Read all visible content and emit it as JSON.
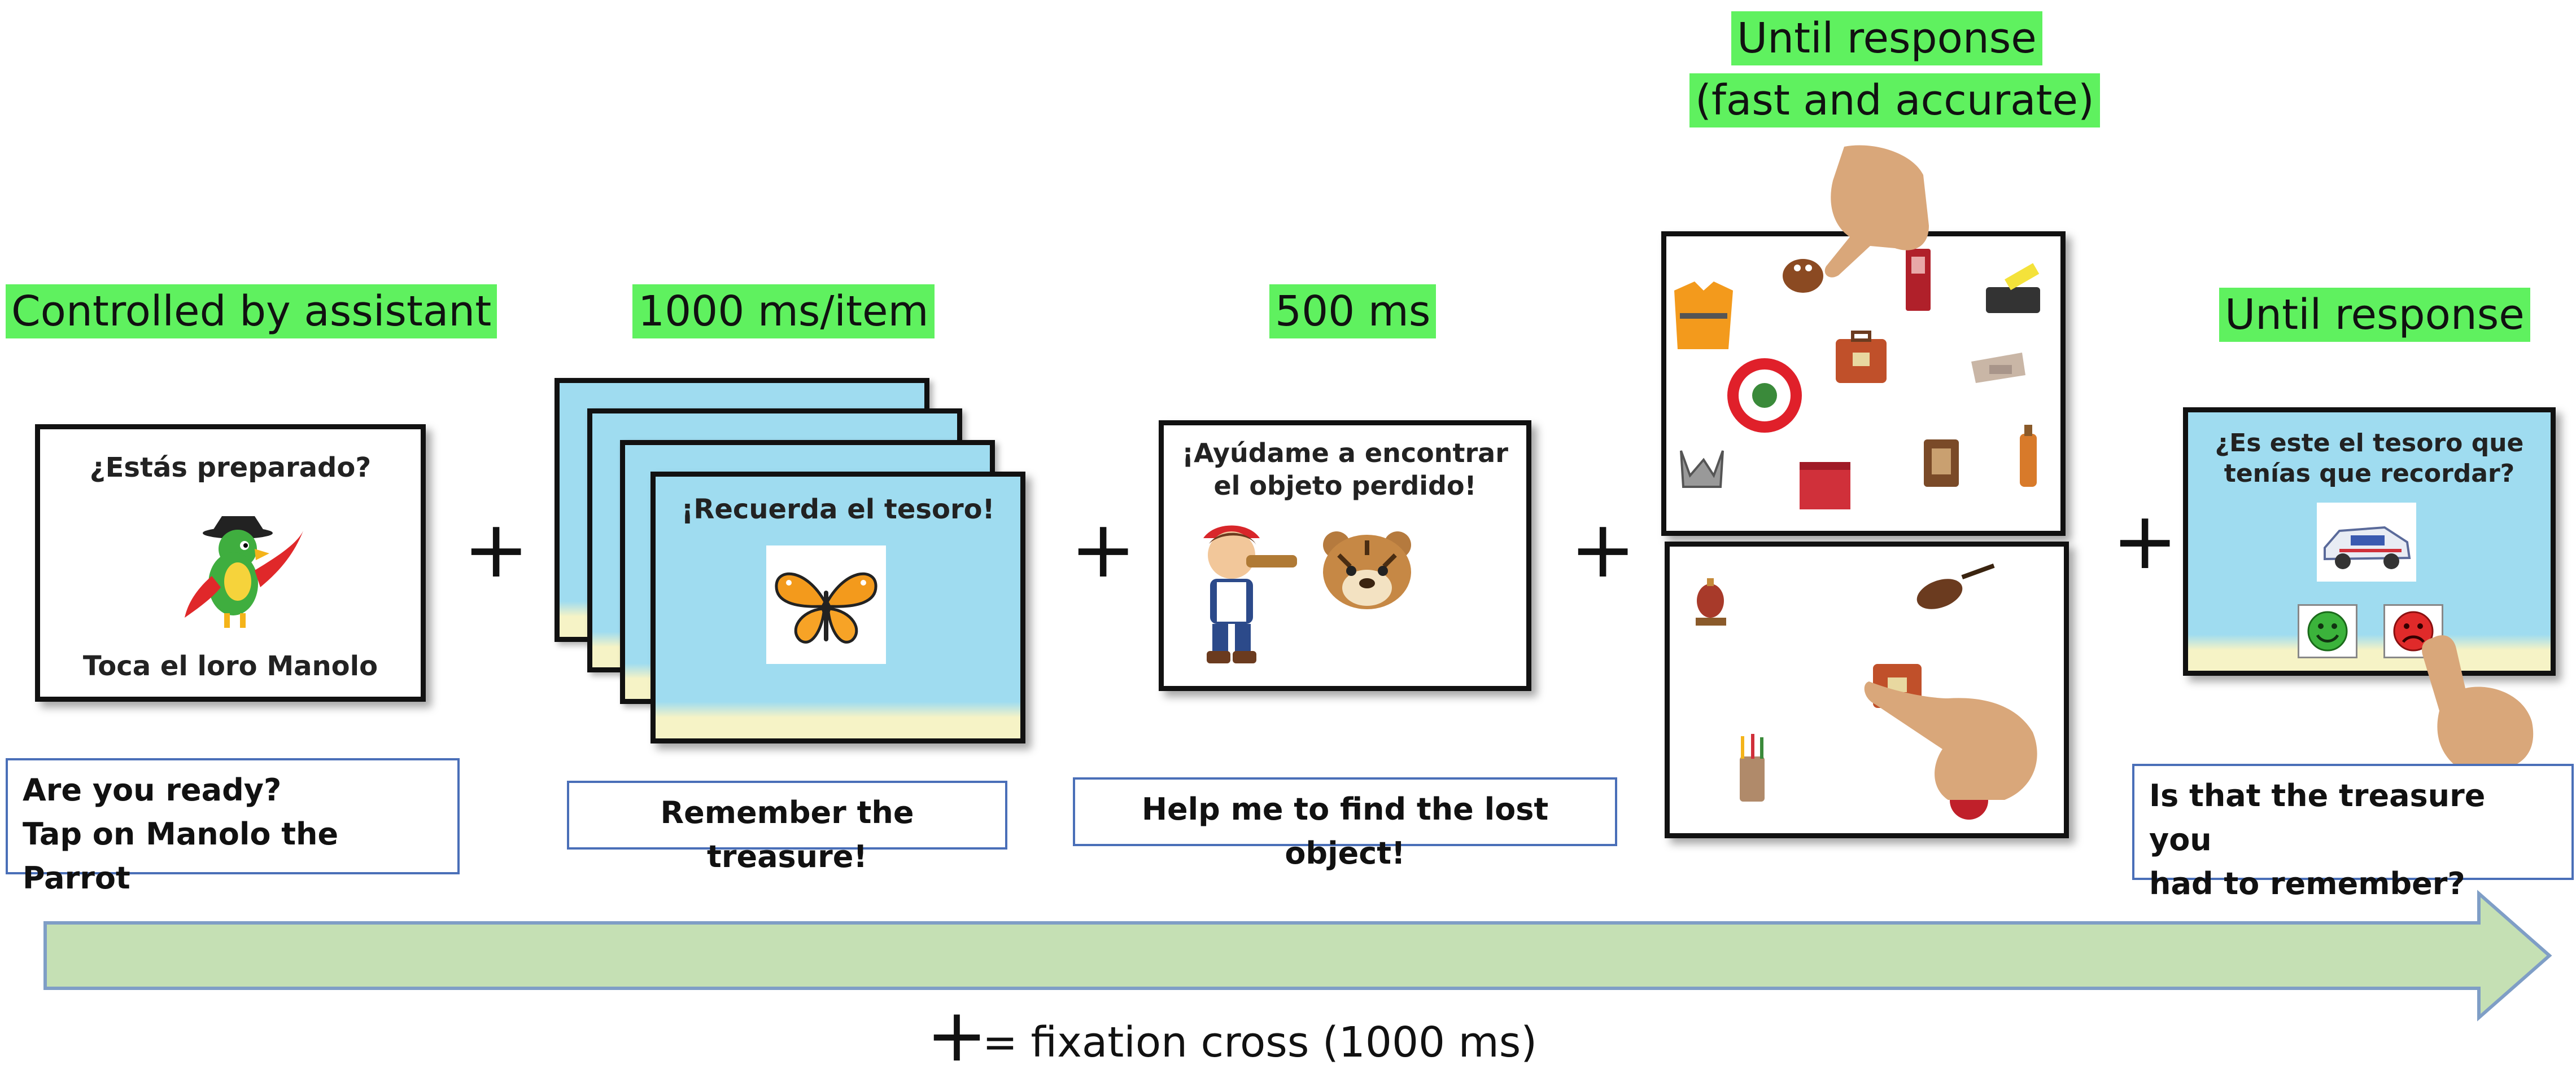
{
  "stages": [
    {
      "id": "ready",
      "timing": "Controlled by assistant",
      "screen_text": "¿Estás preparado?",
      "screen_text_2": "Toca el loro Manolo",
      "caption": [
        "Are you ready?",
        "Tap on Manolo the Parrot"
      ]
    },
    {
      "id": "remember",
      "timing": "1000 ms/item",
      "screen_text": "¡Recuerda el tesoro!",
      "caption": [
        "Remember the treasure!"
      ]
    },
    {
      "id": "help",
      "timing": "500 ms",
      "screen_text": "¡Ayúdame a encontrar",
      "screen_text_2": "el objeto perdido!",
      "caption": [
        "Help me to find the lost object!"
      ]
    },
    {
      "id": "search",
      "timing": [
        "Until response",
        "(fast and accurate)"
      ]
    },
    {
      "id": "confirm",
      "timing": "Until response",
      "screen_text": "¿Es este el tesoro que",
      "screen_text_2": "tenías que recordar?",
      "caption": [
        "Is that the treasure you",
        "had to remember?"
      ]
    }
  ],
  "fixation": {
    "symbol": "+",
    "legend": "= fixation cross (1000 ms)"
  },
  "colors": {
    "label_bg": "#5ff15f",
    "arrow_fill": "#c5e0b4",
    "arrow_stroke": "#7f9ec6",
    "caption_border": "#4a6fb8",
    "sky": "#9fdcf0",
    "sand": "#f6f3c6"
  }
}
